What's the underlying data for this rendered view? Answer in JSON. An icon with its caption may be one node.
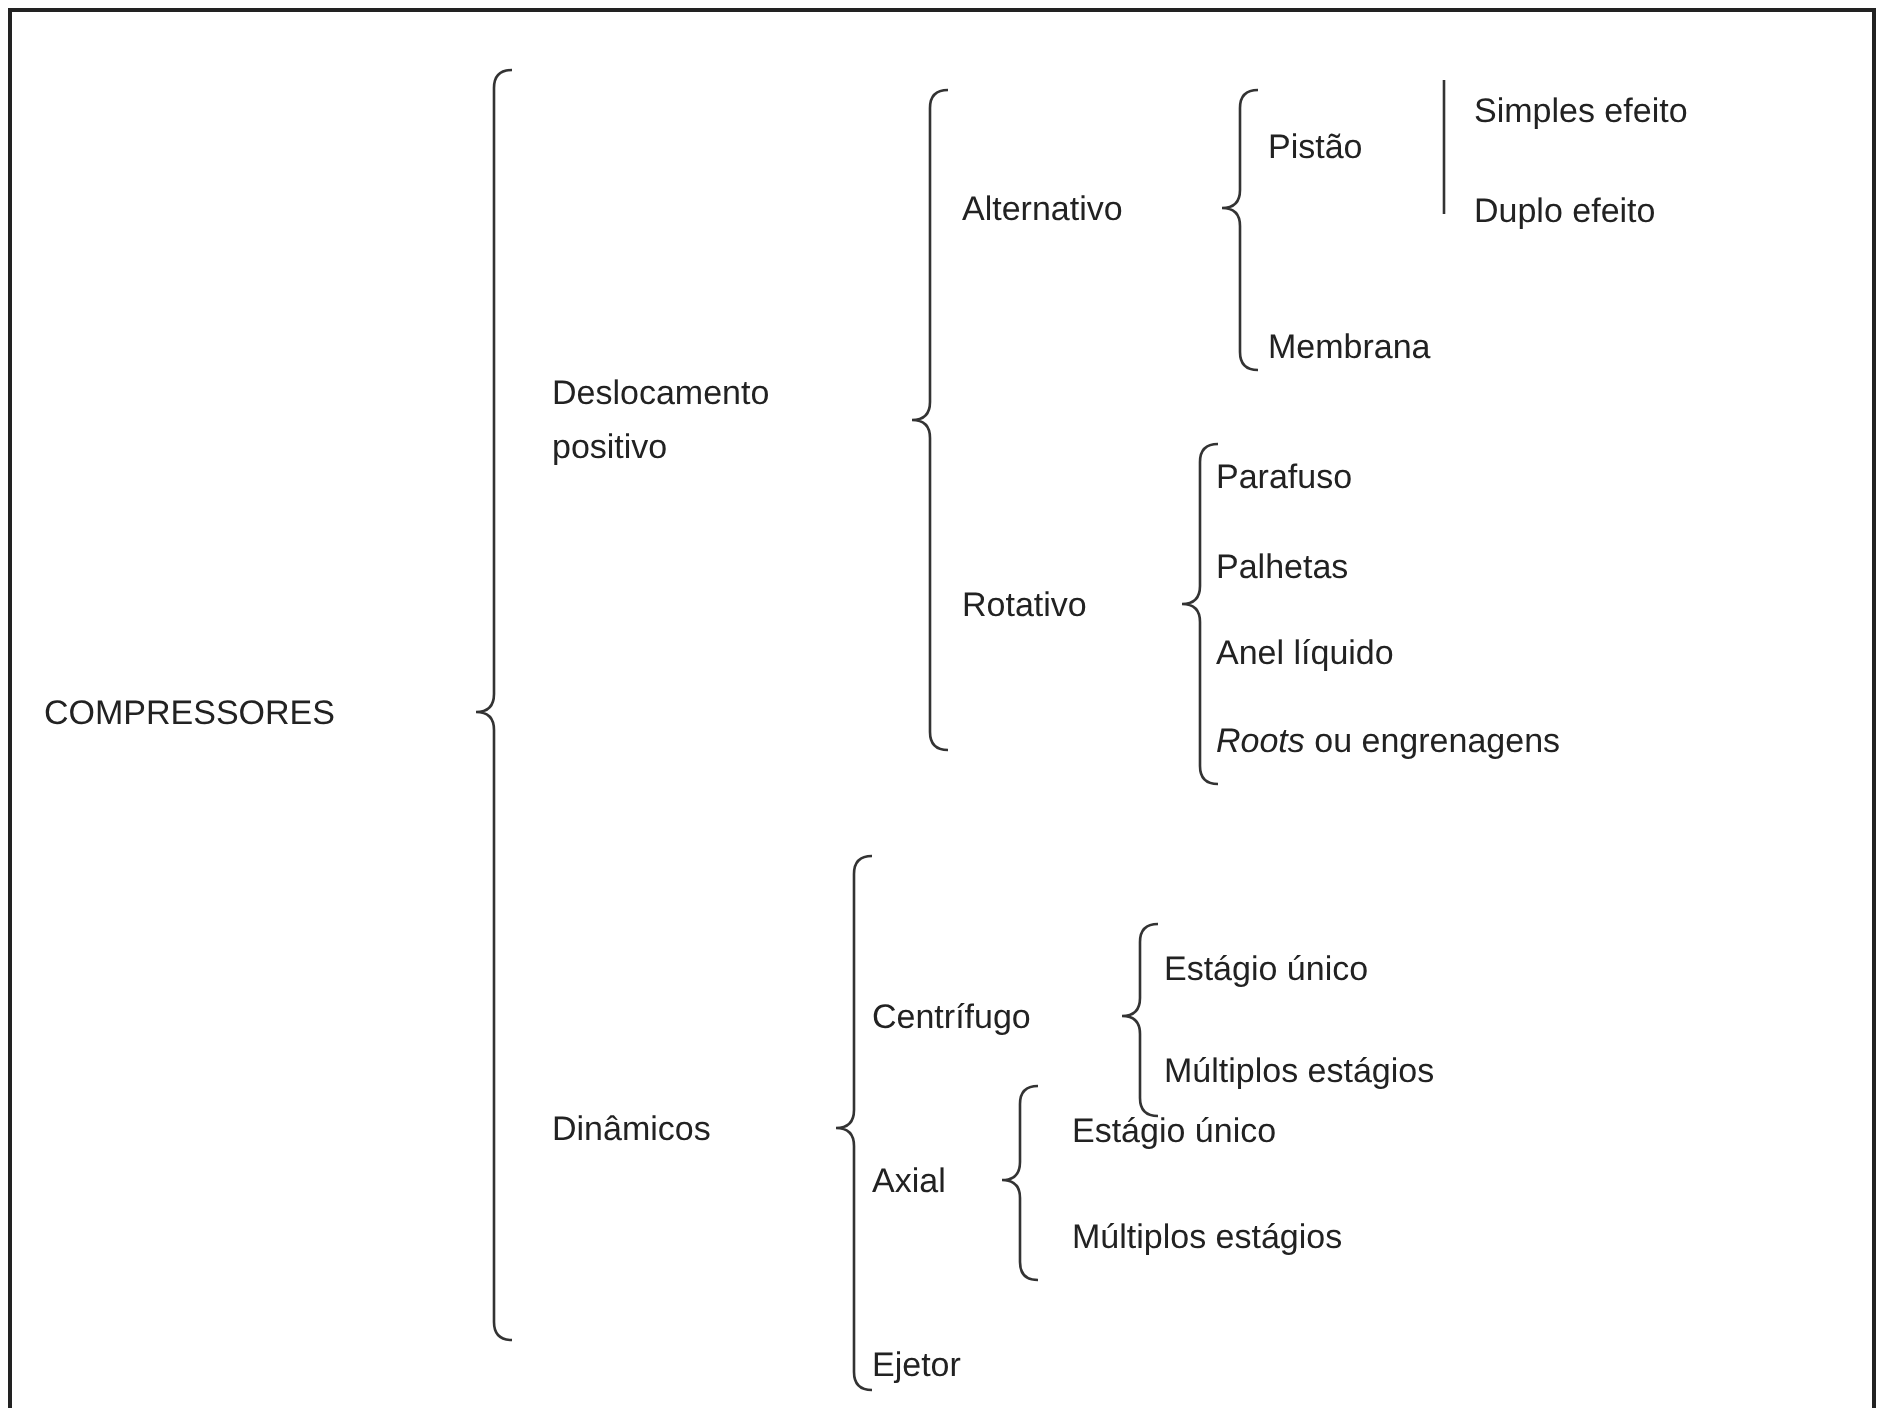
{
  "diagram": {
    "labels": [
      "COMPRESSORES",
      "Deslocamento positivo",
      "Alternativo",
      "Pistão",
      "Simples efeito",
      "Duplo efeito",
      "Membrana",
      "Rotativo",
      "Parafuso",
      "Palhetas",
      "Anel líquido",
      "*Roots* ou engrenagens",
      "Dinâmicos",
      "Centrífugo",
      "Estágio único",
      "Múltiplos estágios",
      "Axial",
      "Estágio único",
      "Múltiplos estágios",
      "Ejetor"
    ]
  }
}
